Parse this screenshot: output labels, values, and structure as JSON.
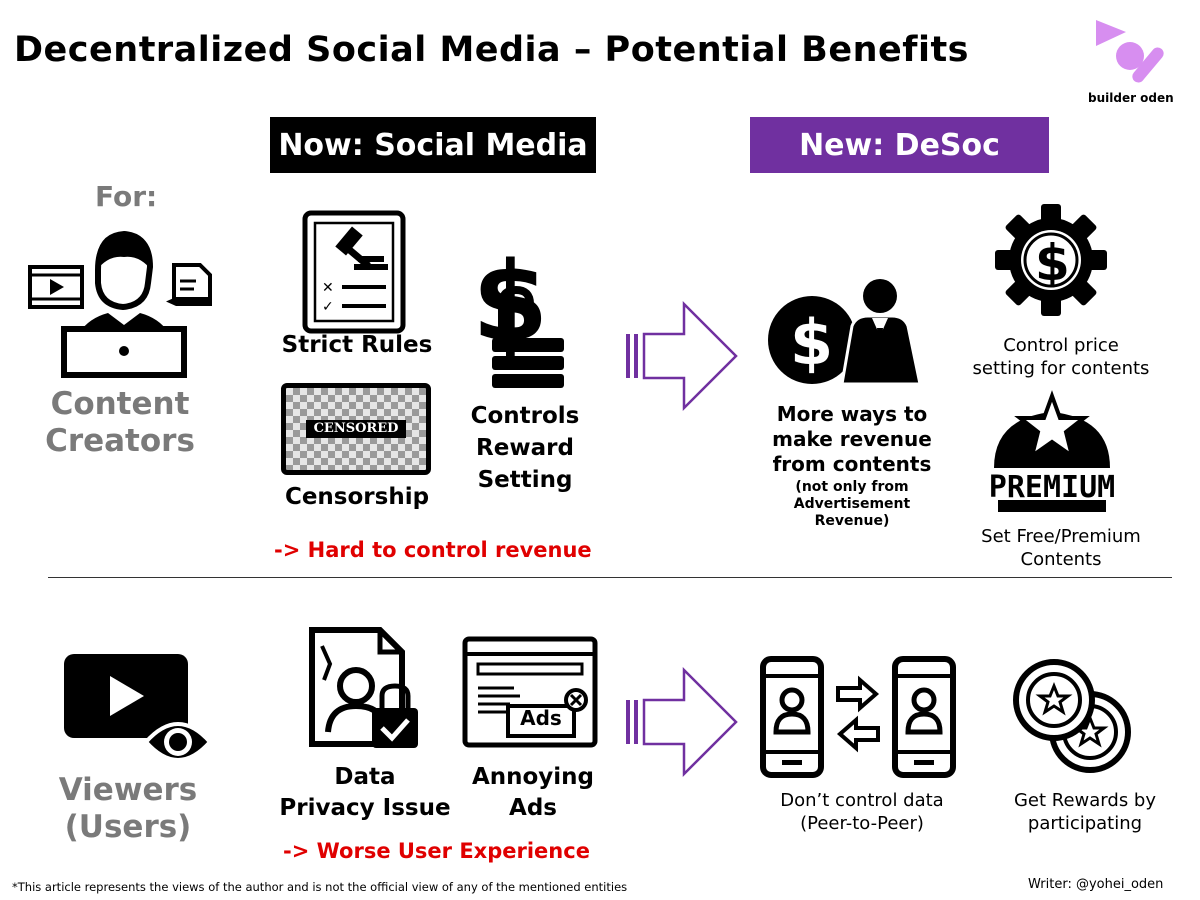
{
  "title": "Decentralized Social Media – Potential Benefits",
  "logo": {
    "text": "builder oden",
    "color": "#d78ef0"
  },
  "headers": {
    "now": "Now: Social Media",
    "new": "New: DeSoc"
  },
  "colors": {
    "accent_purple": "#7030a0",
    "warning_red": "#e00000",
    "role_gray": "#7a7a7a"
  },
  "creators": {
    "for_label": "For:",
    "role": [
      "Content",
      "Creators"
    ],
    "now_items": {
      "strict_rules": "Strict Rules",
      "censored_stamp": "CENSORED",
      "censorship": "Censorship",
      "reward": [
        "Controls",
        "Reward",
        "Setting"
      ]
    },
    "now_result": "-> Hard to control revenue",
    "new_items": {
      "revenue": [
        "More ways to",
        "make revenue",
        "from contents"
      ],
      "revenue_note": [
        "(not only from",
        "Advertisement",
        "Revenue)"
      ],
      "price": [
        "Control price",
        "setting for contents"
      ],
      "premium_badge": "PREMIUM",
      "premium": [
        "Set Free/Premium",
        "Contents"
      ]
    }
  },
  "viewers": {
    "role": [
      "Viewers",
      "(Users)"
    ],
    "now_items": {
      "privacy": [
        "Data",
        "Privacy Issue"
      ],
      "ads_badge": "Ads",
      "ads": [
        "Annoying",
        "Ads"
      ]
    },
    "now_result": "-> Worse User Experience",
    "new_items": {
      "p2p": [
        "Don’t control data",
        "(Peer-to-Peer)"
      ],
      "rewards": [
        "Get Rewards by",
        "participating"
      ]
    }
  },
  "footer": {
    "disclaimer": "*This article represents the views of the author and is not the official view of any of the mentioned entities",
    "writer": "Writer: @yohei_oden"
  }
}
